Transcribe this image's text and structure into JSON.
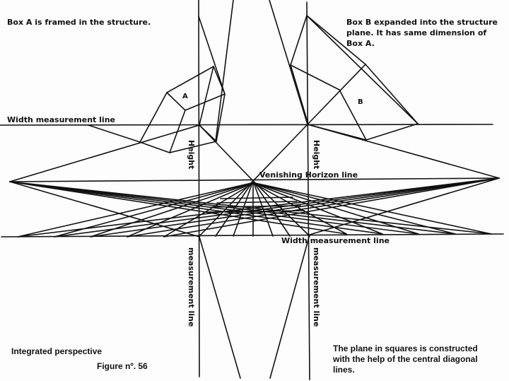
{
  "notes": {
    "box_a": "Box A is framed in the structure.",
    "box_b_line1": "Box B expanded into the structure",
    "box_b_line2": "plane. It has same dimension of",
    "box_b_line3": "Box A.",
    "plane_line1": "The plane in squares is constructed",
    "plane_line2": "with the help of the central diagonal",
    "plane_line3": "lines."
  },
  "labels": {
    "box_a": "A",
    "box_b": "B",
    "width_top": "Width measurement line",
    "width_bottom": "Width measurement line",
    "horizon": "Venishing Horizon line",
    "height_left": "Height",
    "height_right": "Height",
    "measure_left": "measurement line",
    "measure_right": "measurement line"
  },
  "caption": {
    "title": "Integrated perspective",
    "figure": "Figure nº. 56"
  },
  "colors": {
    "ink": "#111111",
    "paper": "#fdfdfd"
  }
}
